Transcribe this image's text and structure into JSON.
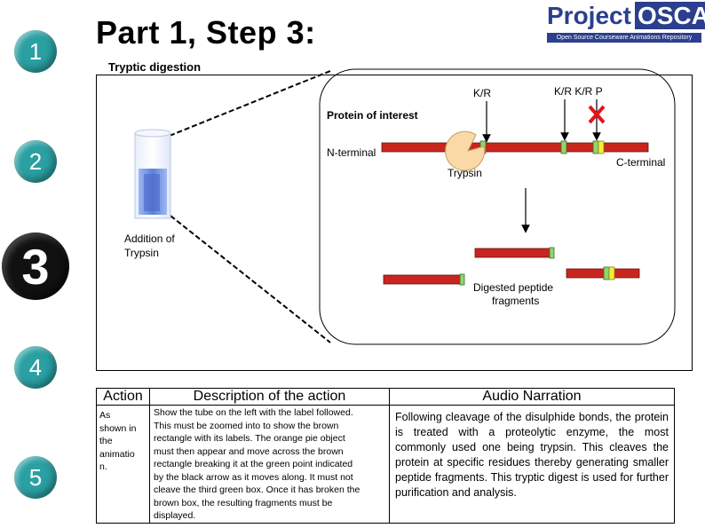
{
  "header": {
    "title": "Part 1, Step 3:",
    "subtitle": "Tryptic digestion",
    "logo_main_1": "Project",
    "logo_main_2": "OSCAR",
    "logo_tagline": "Open Source Courseware Animations Repository"
  },
  "steps": [
    {
      "number": "1",
      "current": false
    },
    {
      "number": "2",
      "current": false
    },
    {
      "number": "3",
      "current": true
    },
    {
      "number": "4",
      "current": false
    },
    {
      "number": "5",
      "current": false
    }
  ],
  "diagram": {
    "addition_label_1": "Addition of",
    "addition_label_2": "Trypsin",
    "protein_label": "Protein of interest",
    "kr_label_1": "K/R",
    "kr_label_2": "K/R K/R P",
    "n_terminal": "N-terminal",
    "c_terminal": "C-terminal",
    "trypsin_label": "Trypsin",
    "digested_label_1": "Digested peptide",
    "digested_label_2": "fragments",
    "colors": {
      "protein": "#c9251f",
      "cleavage_site": "#8fd66b",
      "yellow_site": "#f3ee3a",
      "trypsin": "#fbd9a6",
      "cross": "#e0141c",
      "tube": "#6b8fe0"
    }
  },
  "table": {
    "headers": {
      "action": "Action",
      "description": "Description of the action",
      "audio": "Audio Narration"
    },
    "action_lines": [
      "As",
      "shown in",
      "the",
      "animatio",
      "n."
    ],
    "description_lines": [
      "Show the tube on the left with the label followed.",
      "This must be zoomed into to show the brown",
      "rectangle with its labels. The orange pie object",
      "must then appear and move across the brown",
      "rectangle breaking it at the green point indicated",
      "by the black arrow as it moves along. It must not",
      "cleave the third green box. Once it has broken the",
      "brown box, the resulting fragments must be",
      "displayed."
    ],
    "audio": "Following cleavage of the disulphide bonds, the protein is treated with a proteolytic enzyme, the most commonly used one being trypsin. This cleaves the protein at specific residues thereby generating smaller peptide fragments. This tryptic digest is used for further purification and analysis."
  }
}
